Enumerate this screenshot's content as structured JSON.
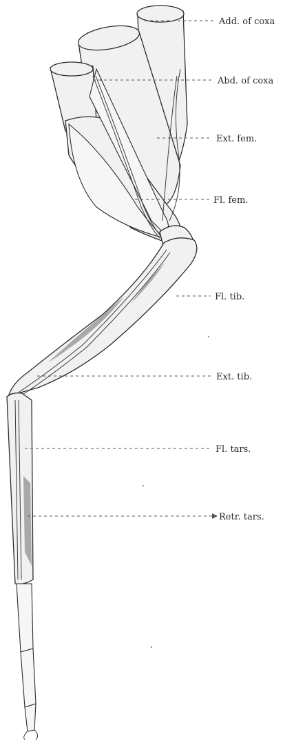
{
  "labels": {
    "add_coxa": "Add. of coxa",
    "abd_coxa": "Abd. of coxa",
    "ext_fem": "Ext. fem.",
    "fl_fem": "Fl. fem.",
    "fl_tib": "Fl. tib.",
    "ext_tib": "Ext. tib.",
    "fl_tars": "Fl. tars.",
    "retr_tars": "Retr. tars."
  }
}
